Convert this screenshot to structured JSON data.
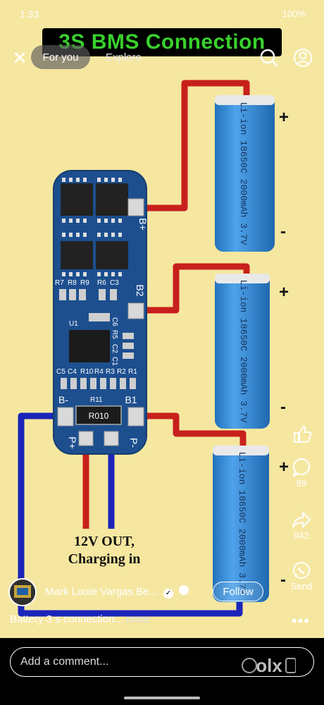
{
  "status_bar": {
    "time": "1:33",
    "battery": "100%"
  },
  "video": {
    "title": "3S BMS Connection",
    "board": {
      "terminals": [
        "B+",
        "B2",
        "B1",
        "B-",
        "P+",
        "P-"
      ],
      "shunt_label": "R010",
      "components": [
        "R7",
        "R8",
        "R9",
        "R6",
        "C3",
        "C6",
        "U1",
        "C5",
        "C4",
        "R10",
        "R4",
        "R3",
        "R2",
        "R1",
        "R5",
        "C2",
        "C1",
        "R11"
      ]
    },
    "cell_label": "Li-ion 18650C 2000mAh 3.7V",
    "plus_sign": "+",
    "minus_sign": "-",
    "output_label_line1": "12V OUT,",
    "output_label_line2": "Charging in"
  },
  "topbar": {
    "tab_active": "For you",
    "tab_other": "Explore"
  },
  "rail": {
    "likes": "",
    "comments": "89",
    "shares": "942",
    "send": "Send"
  },
  "author": {
    "name": "Mark Louie Vargas Be...",
    "follow": "Follow"
  },
  "caption": {
    "text": "Battery 3 s connection...",
    "more": " more"
  },
  "comment": {
    "placeholder": "Add a comment..."
  },
  "colors": {
    "background": "#f5e7a0",
    "pcb": "#1d4f8f",
    "cell": "#2f86d4",
    "wire_red": "#c8201c",
    "wire_blue": "#1a24b8",
    "title_green": "#39d12d"
  },
  "icons": [
    "close-icon",
    "search-icon",
    "profile-icon",
    "like-icon",
    "comment-icon",
    "share-icon",
    "whatsapp-icon",
    "verified-icon",
    "globe-icon",
    "more-icon",
    "gif-icon"
  ]
}
